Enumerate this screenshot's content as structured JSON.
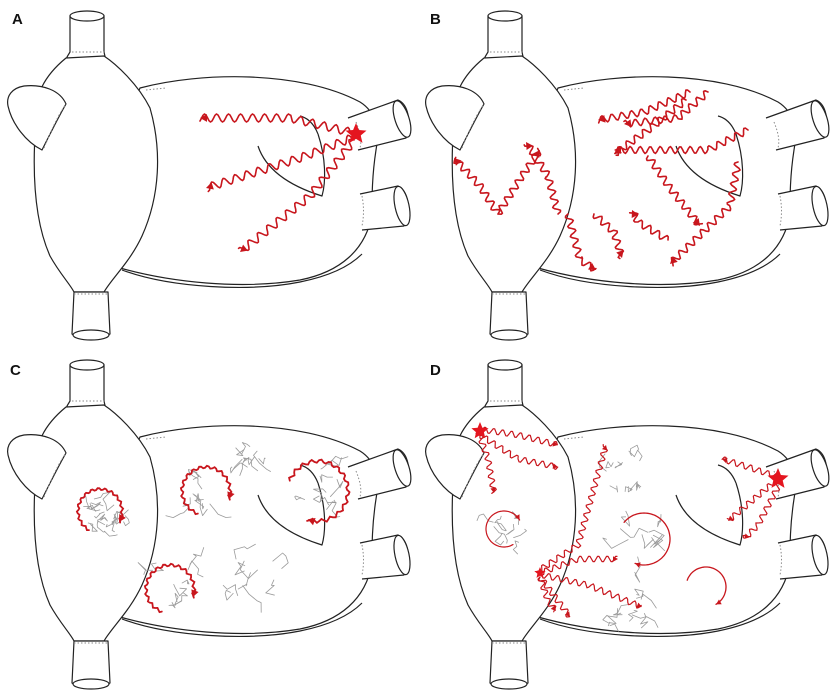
{
  "figure": {
    "panels": [
      {
        "label": "A",
        "pattern": "focal-ectopic"
      },
      {
        "label": "B",
        "pattern": "multiple-wavelets"
      },
      {
        "label": "C",
        "pattern": "rotors"
      },
      {
        "label": "D",
        "pattern": "mixed"
      }
    ],
    "colors": {
      "arrow": "#c8161d",
      "source_star": "#e4151f",
      "outline": "#222222",
      "fibrosis": "#9a9a9a",
      "background": "#ffffff"
    },
    "icons": {
      "source": "star-icon",
      "wave": "wavy-arrow-icon",
      "rotor": "circular-arrow-icon"
    }
  }
}
